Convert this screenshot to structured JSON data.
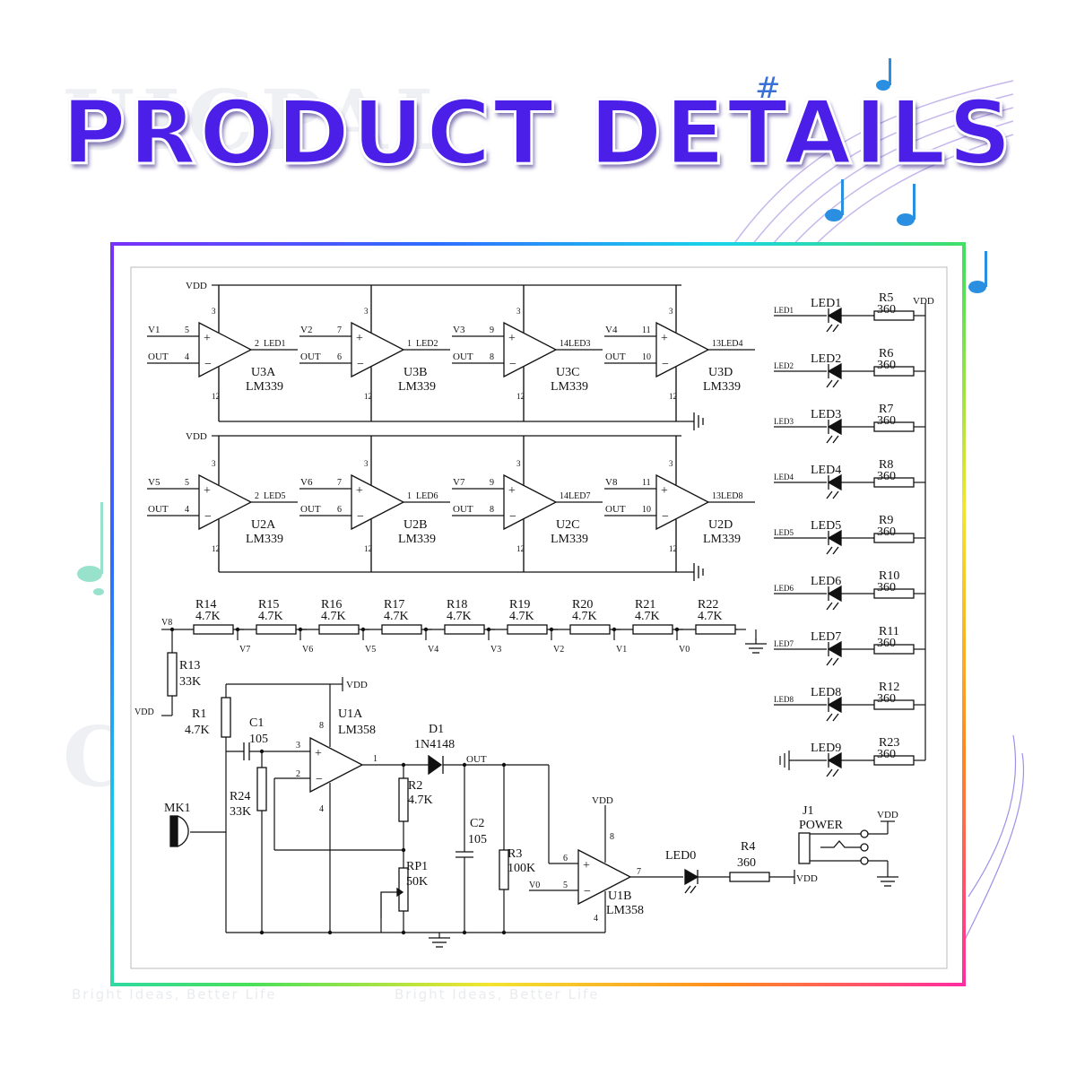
{
  "title": "PRODUCT DETAILS",
  "watermark": {
    "brand": "UICPAL",
    "brand_partial": "CPAL",
    "tagline": "Bright Ideas, Better Life"
  },
  "colors": {
    "title_top": "#2f2fe8",
    "title_bottom": "#7a1fd8",
    "frame": [
      "#7b2ff7",
      "#18d4e8",
      "#47e05a",
      "#f2e530",
      "#ff2aa3"
    ]
  },
  "schematic": {
    "vdd": "VDD",
    "comparators": [
      {
        "name": "U3A",
        "part": "LM339",
        "inp": "V1",
        "inm": "OUT",
        "pin_p": "5",
        "pin_m": "4",
        "pin_out": "2",
        "out": "LED1"
      },
      {
        "name": "U3B",
        "part": "LM339",
        "inp": "V2",
        "inm": "OUT",
        "pin_p": "7",
        "pin_m": "6",
        "pin_out": "1",
        "out": "LED2"
      },
      {
        "name": "U3C",
        "part": "LM339",
        "inp": "V3",
        "inm": "OUT",
        "pin_p": "9",
        "pin_m": "8",
        "pin_out": "14",
        "out": "LED3"
      },
      {
        "name": "U3D",
        "part": "LM339",
        "inp": "V4",
        "inm": "OUT",
        "pin_p": "11",
        "pin_m": "10",
        "pin_out": "13",
        "out": "LED4"
      },
      {
        "name": "U2A",
        "part": "LM339",
        "inp": "V5",
        "inm": "OUT",
        "pin_p": "5",
        "pin_m": "4",
        "pin_out": "2",
        "out": "LED5"
      },
      {
        "name": "U2B",
        "part": "LM339",
        "inp": "V6",
        "inm": "OUT",
        "pin_p": "7",
        "pin_m": "6",
        "pin_out": "1",
        "out": "LED6"
      },
      {
        "name": "U2C",
        "part": "LM339",
        "inp": "V7",
        "inm": "OUT",
        "pin_p": "9",
        "pin_m": "8",
        "pin_out": "14",
        "out": "LED7"
      },
      {
        "name": "U2D",
        "part": "LM339",
        "inp": "V8",
        "inm": "OUT",
        "pin_p": "11",
        "pin_m": "10",
        "pin_out": "13",
        "out": "LED8"
      }
    ],
    "supply_pins": {
      "vdd": "3",
      "gnd": "12"
    },
    "ladder": {
      "start": "V8",
      "resistors": [
        {
          "name": "R14",
          "value": "4.7K"
        },
        {
          "name": "R15",
          "value": "4.7K"
        },
        {
          "name": "R16",
          "value": "4.7K"
        },
        {
          "name": "R17",
          "value": "4.7K"
        },
        {
          "name": "R18",
          "value": "4.7K"
        },
        {
          "name": "R19",
          "value": "4.7K"
        },
        {
          "name": "R20",
          "value": "4.7K"
        },
        {
          "name": "R21",
          "value": "4.7K"
        },
        {
          "name": "R22",
          "value": "4.7K"
        }
      ],
      "nodes": [
        "V7",
        "V6",
        "V5",
        "V4",
        "V3",
        "V2",
        "V1",
        "V0"
      ],
      "r13": {
        "name": "R13",
        "value": "33K"
      }
    },
    "leds": [
      {
        "net": "LED1",
        "name": "LED1",
        "r": "R5",
        "rv": "360"
      },
      {
        "net": "LED2",
        "name": "LED2",
        "r": "R6",
        "rv": "360"
      },
      {
        "net": "LED3",
        "name": "LED3",
        "r": "R7",
        "rv": "360"
      },
      {
        "net": "LED4",
        "name": "LED4",
        "r": "R8",
        "rv": "360"
      },
      {
        "net": "LED5",
        "name": "LED5",
        "r": "R9",
        "rv": "360"
      },
      {
        "net": "LED6",
        "name": "LED6",
        "r": "R10",
        "rv": "360"
      },
      {
        "net": "LED7",
        "name": "LED7",
        "r": "R11",
        "rv": "360"
      },
      {
        "net": "LED8",
        "name": "LED8",
        "r": "R12",
        "rv": "360"
      },
      {
        "net": "",
        "name": "LED9",
        "r": "R23",
        "rv": "360"
      }
    ],
    "amp": {
      "u1a": "U1A",
      "u1a_part": "LM358",
      "u1b": "U1B",
      "u1b_part": "LM358",
      "r1": "R1",
      "r1v": "4.7K",
      "c1": "C1",
      "c1v": "105",
      "r24": "R24",
      "r24v": "33K",
      "mk1": "MK1",
      "d1": "D1",
      "d1v": "1N4148",
      "out": "OUT",
      "r2": "R2",
      "r2v": "4.7K",
      "rp1": "RP1",
      "rp1v": "50K",
      "c2": "C2",
      "c2v": "105",
      "r3": "R3",
      "r3v": "100K",
      "v0": "V0",
      "led0": "LED0",
      "r4": "R4",
      "r4v": "360",
      "j1": "J1",
      "j1v": "POWER",
      "pins": {
        "p3": "3",
        "p2": "2",
        "p1": "1",
        "p8": "8",
        "p4": "4",
        "p6": "6",
        "p5": "5",
        "p7": "7"
      }
    }
  }
}
